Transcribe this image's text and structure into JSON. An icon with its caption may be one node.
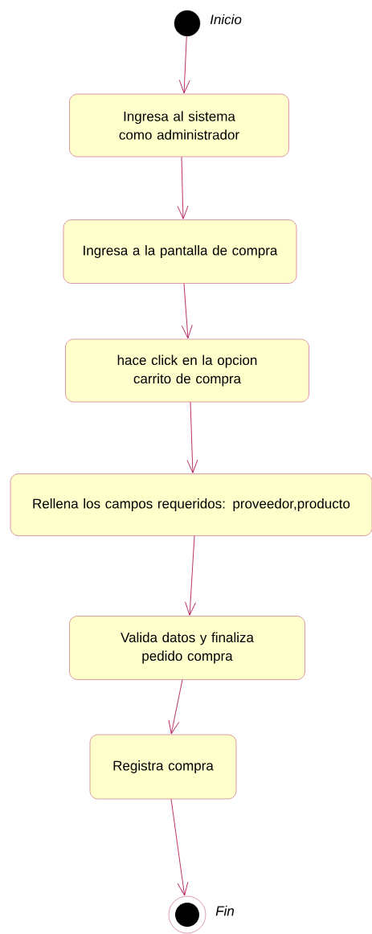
{
  "diagram": {
    "nodes": [
      {
        "text": [],
        "shape": "circle",
        "beside": [
          "Inicio"
        ]
      },
      {
        "text": [
          "Ingresa al sistema como administrador"
        ]
      },
      {
        "text": [
          "Ingresa a la pantalla de compra"
        ]
      },
      {
        "text": [
          "hace click en la opcion carrito de compra"
        ]
      },
      {
        "text": [
          "Rellena los campos requeridos: proveedor,producto"
        ]
      },
      {
        "text": [
          "Valida datos y finaliza pedido compra"
        ]
      },
      {
        "text": [
          "Registra compra"
        ]
      },
      {
        "text": [],
        "shape": "bullseye",
        "beside": [
          "Fin"
        ]
      }
    ],
    "edges": [
      {
        "from": 0,
        "to": 1,
        "arrow": "to"
      },
      {
        "from": 1,
        "to": 2,
        "arrow": "to"
      },
      {
        "from": 2,
        "to": 3,
        "arrow": "to"
      },
      {
        "from": 3,
        "to": 4,
        "arrow": "to"
      },
      {
        "from": 4,
        "to": 5,
        "arrow": "to"
      },
      {
        "from": 5,
        "to": 6,
        "arrow": "to"
      },
      {
        "from": 6,
        "to": 7,
        "arrow": "to"
      }
    ]
  }
}
